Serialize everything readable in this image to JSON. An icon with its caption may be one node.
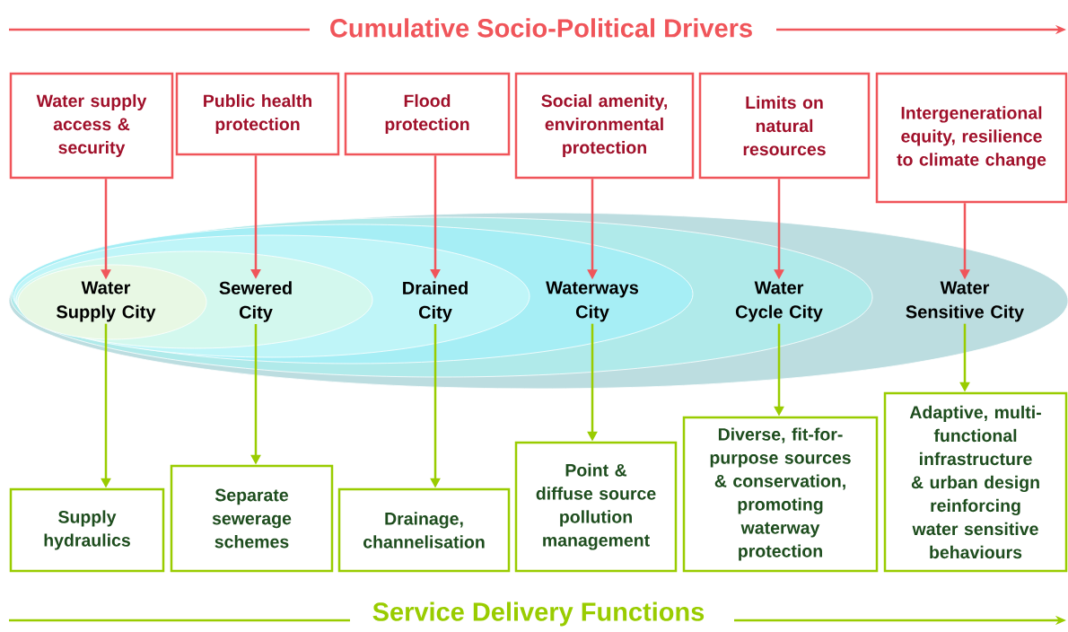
{
  "diagram": {
    "title": "Cumulative Socio-Political Drivers",
    "nodes": [
      {
        "text": [
          "Water supply access & security"
        ]
      },
      {
        "text": [
          "Public health protection"
        ]
      },
      {
        "text": [
          "Flood protection"
        ]
      },
      {
        "text": [
          "Social amenity, environmental protection"
        ]
      },
      {
        "text": [
          "Limits on natural resources"
        ]
      },
      {
        "text": [
          "Intergenerational equity, resilience to climate change"
        ]
      },
      {
        "text": [
          "Water Sensitive City"
        ]
      },
      {
        "text": [
          "Water Cycle City"
        ],
        "in": 6
      },
      {
        "text": [
          "Waterways City"
        ],
        "in": 7
      },
      {
        "text": [
          "Drained City"
        ],
        "in": 8
      },
      {
        "text": [
          "Sewered City"
        ],
        "in": 9
      },
      {
        "text": [
          "Water Supply City"
        ],
        "in": 10
      },
      {
        "text": [
          "Supply hydraulics"
        ]
      },
      {
        "text": [
          "Separate sewerage schemes"
        ]
      },
      {
        "text": [
          "Drainage, channelisation"
        ]
      },
      {
        "text": [
          "Point & diffuse source pollution management"
        ]
      },
      {
        "text": [
          "Diverse, fit-for-purpose sources & conservation, promoting waterway protection"
        ]
      },
      {
        "text": [
          "Adaptive, multi-functional infrastructure & urban design reinforcing water sensitive behaviours"
        ]
      }
    ],
    "edges": [
      {
        "from": 0,
        "to": 11,
        "arrow": "to",
        "color": "#f0555a"
      },
      {
        "from": 1,
        "to": 10,
        "arrow": "to",
        "color": "#f0555a"
      },
      {
        "from": 2,
        "to": 9,
        "arrow": "to",
        "color": "#f0555a"
      },
      {
        "from": 3,
        "to": 8,
        "arrow": "to",
        "color": "#f0555a"
      },
      {
        "from": 4,
        "to": 7,
        "arrow": "to",
        "color": "#f0555a"
      },
      {
        "from": 5,
        "to": 6,
        "arrow": "to",
        "color": "#f0555a"
      },
      {
        "from": 11,
        "to": 12,
        "arrow": "to",
        "color": "#99cc00"
      },
      {
        "from": 10,
        "to": 13,
        "arrow": "to",
        "color": "#99cc00"
      },
      {
        "from": 9,
        "to": 14,
        "arrow": "to",
        "color": "#99cc00"
      },
      {
        "from": 8,
        "to": 15,
        "arrow": "to",
        "color": "#99cc00"
      },
      {
        "from": 7,
        "to": 16,
        "arrow": "to",
        "color": "#99cc00"
      },
      {
        "from": 6,
        "to": 17,
        "arrow": "to",
        "color": "#99cc00"
      }
    ],
    "labels": [
      "Service Delivery Functions"
    ]
  }
}
